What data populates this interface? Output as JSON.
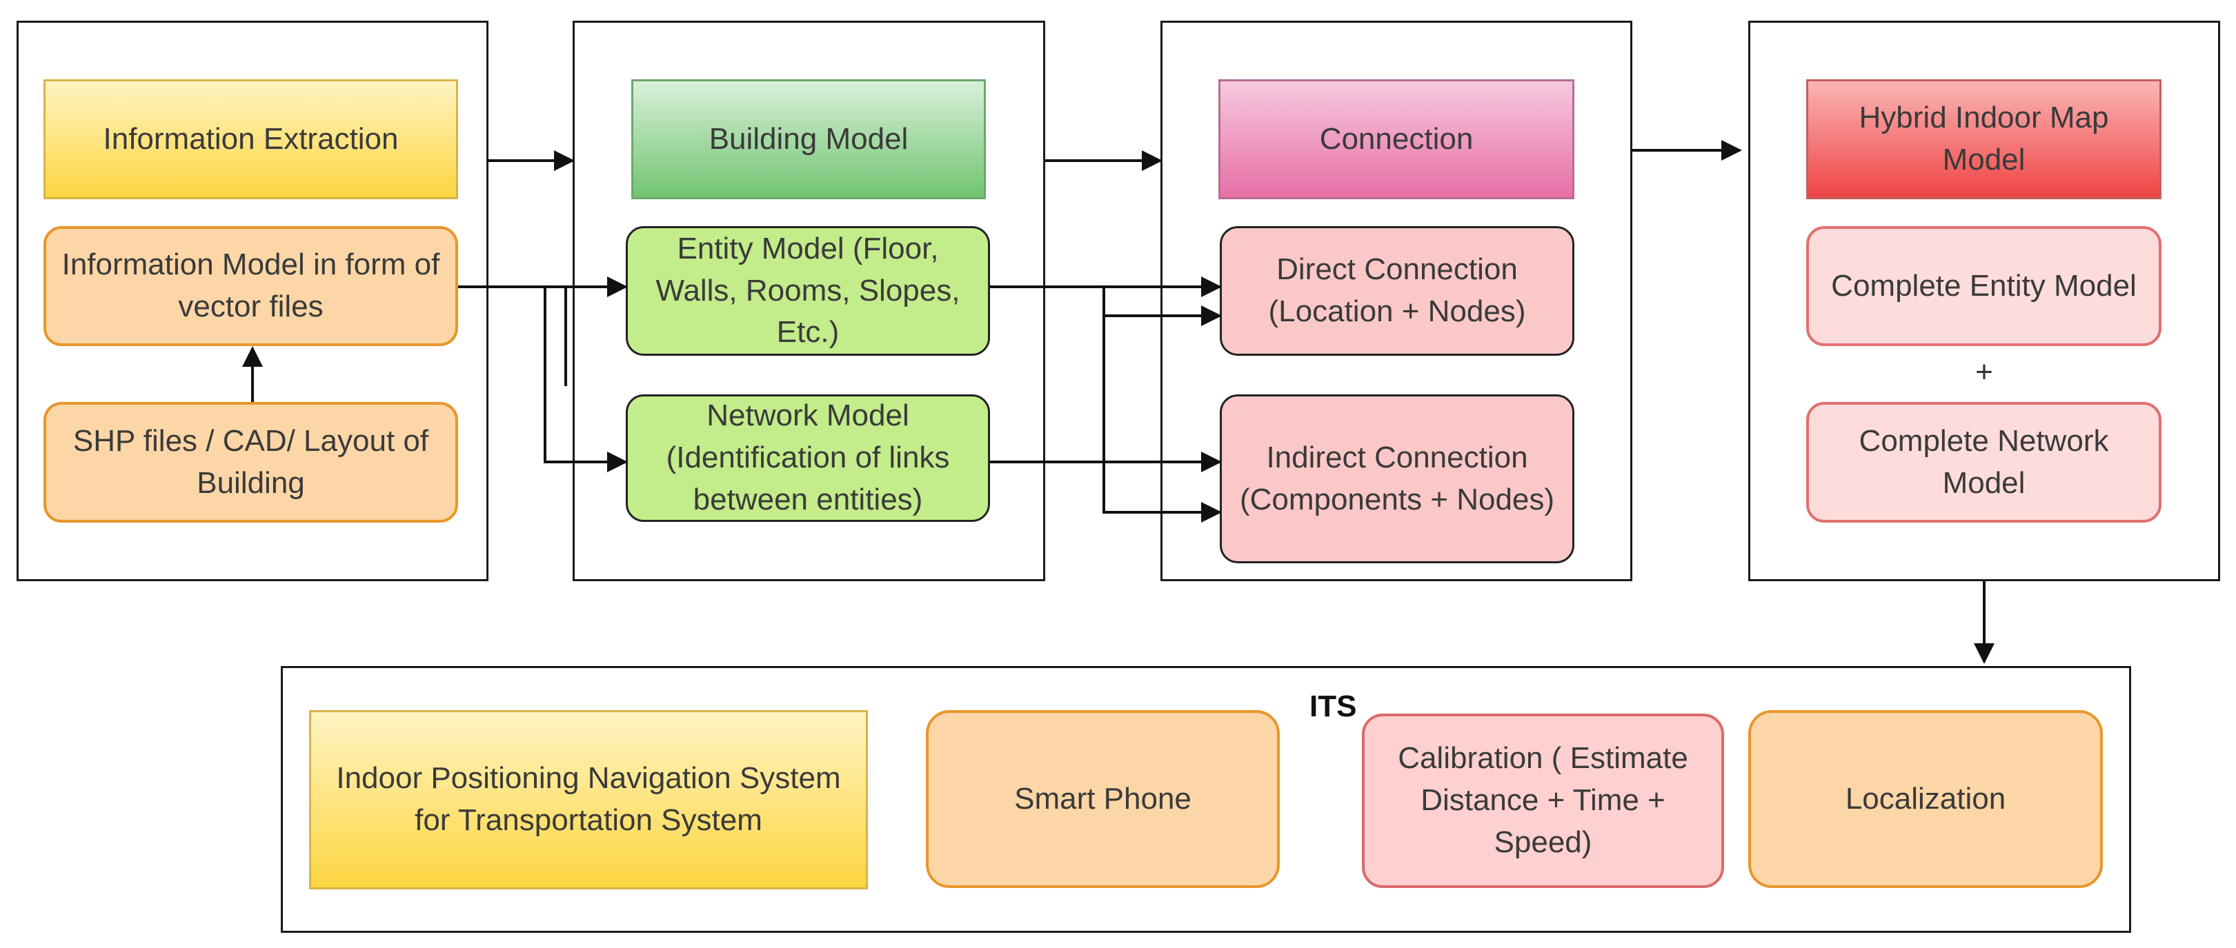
{
  "panels": {
    "extraction": {
      "header": "Information Extraction",
      "model": "Information Model in form of vector files",
      "source": "SHP files / CAD/ Layout of Building"
    },
    "building": {
      "header": "Building Model",
      "entity": "Entity Model (Floor, Walls, Rooms, Slopes, Etc.)",
      "network": "Network Model (Identification of links between entities)"
    },
    "connection": {
      "header": "Connection",
      "direct": "Direct Connection (Location + Nodes)",
      "indirect": "Indirect Connection (Components + Nodes)"
    },
    "hybrid": {
      "header": "Hybrid Indoor Map Model",
      "entity": "Complete Entity Model",
      "plus": "+",
      "network": "Complete Network Model"
    }
  },
  "its": {
    "label": "ITS",
    "ipns": "Indoor Positioning Navigation System for Transportation System",
    "phone": "Smart Phone",
    "calibration": "Calibration ( Estimate Distance + Time + Speed)",
    "localization": "Localization"
  }
}
